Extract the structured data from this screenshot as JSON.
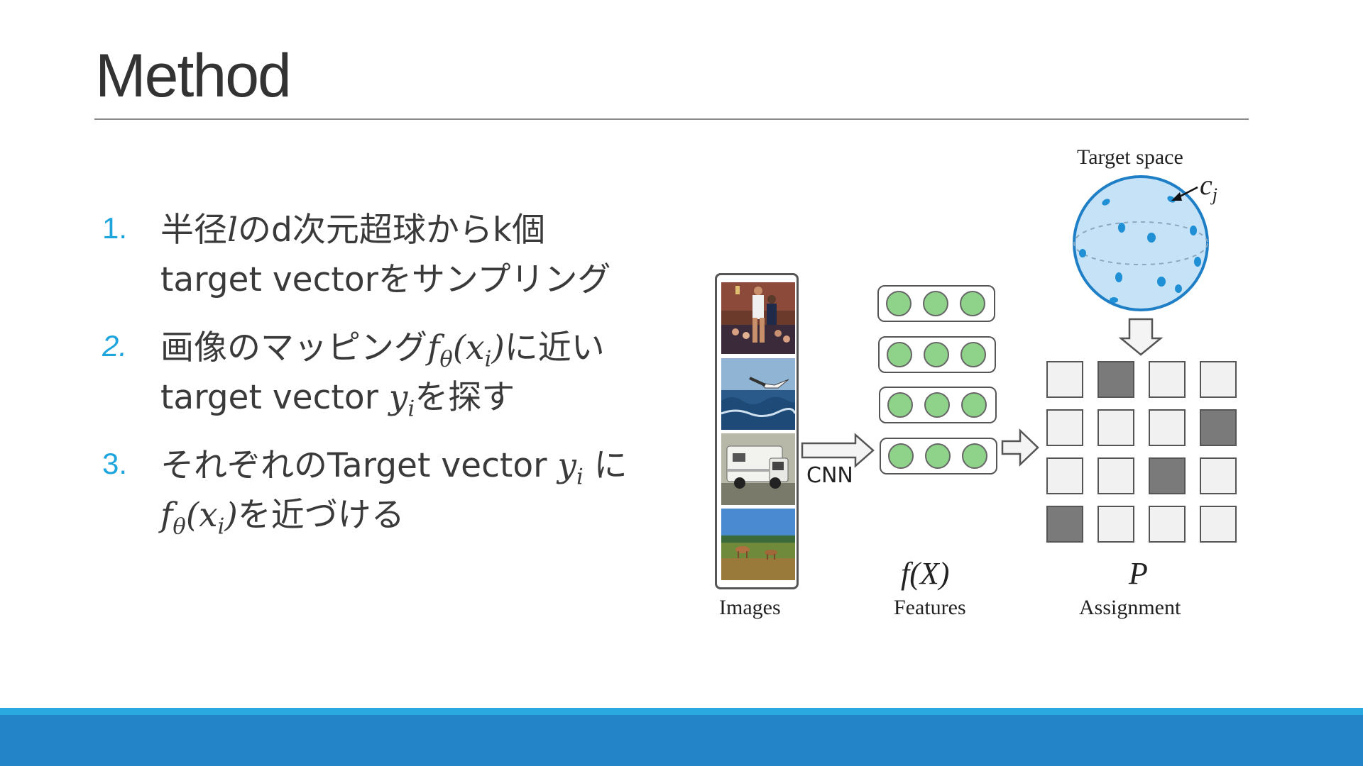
{
  "title": "Method",
  "colors": {
    "accent": "#1fa5dd",
    "footer": "#2385c8",
    "footer_light": "#2aa9e0",
    "feature_dot": "#8fd28a",
    "sphere": "#c6e2f7",
    "sphere_dot": "#1f8fd6",
    "cell_on": "#7a7a7a",
    "cell_off": "#f1f1f1"
  },
  "steps": [
    {
      "number": "1.",
      "line1": {
        "a": "半径",
        "m": "l",
        "b": "のd次元超球からk個"
      },
      "line2": "target vectorをサンプリング"
    },
    {
      "number": "2.",
      "line1": {
        "a": "画像のマッピング",
        "m1": "f",
        "m1sub": "θ",
        "m2": "(x",
        "m2sub": "i",
        "m3": ")",
        "b": "に近い"
      },
      "line2": {
        "a": "target vector ",
        "m": "y",
        "msub": "i",
        "b": "を探す"
      }
    },
    {
      "number": "3.",
      "line1": {
        "a": "それぞれのTarget vector ",
        "m": "y",
        "msub": "i",
        "b": " に"
      },
      "line2": {
        "m1": "f",
        "m1sub": "θ",
        "m2": "(x",
        "m2sub": "i",
        "m3": ")",
        "b": "を近づける"
      }
    }
  ],
  "figure": {
    "target_space_label": "Target space",
    "cj_label": "c",
    "cj_sub": "j",
    "cnn_label": "CNN",
    "fx_label": "f(X)",
    "p_label": "P",
    "images_label": "Images",
    "features_label": "Features",
    "assignment_label": "Assignment",
    "photos": [
      "basketball-photo",
      "seabird-waves-photo",
      "camper-van-photo",
      "deer-savanna-photo"
    ],
    "feature_rows": 4,
    "dots_per_row": 3,
    "assignment_grid": [
      [
        0,
        1,
        0,
        0
      ],
      [
        0,
        0,
        0,
        1
      ],
      [
        0,
        0,
        1,
        0
      ],
      [
        1,
        0,
        0,
        0
      ]
    ]
  }
}
